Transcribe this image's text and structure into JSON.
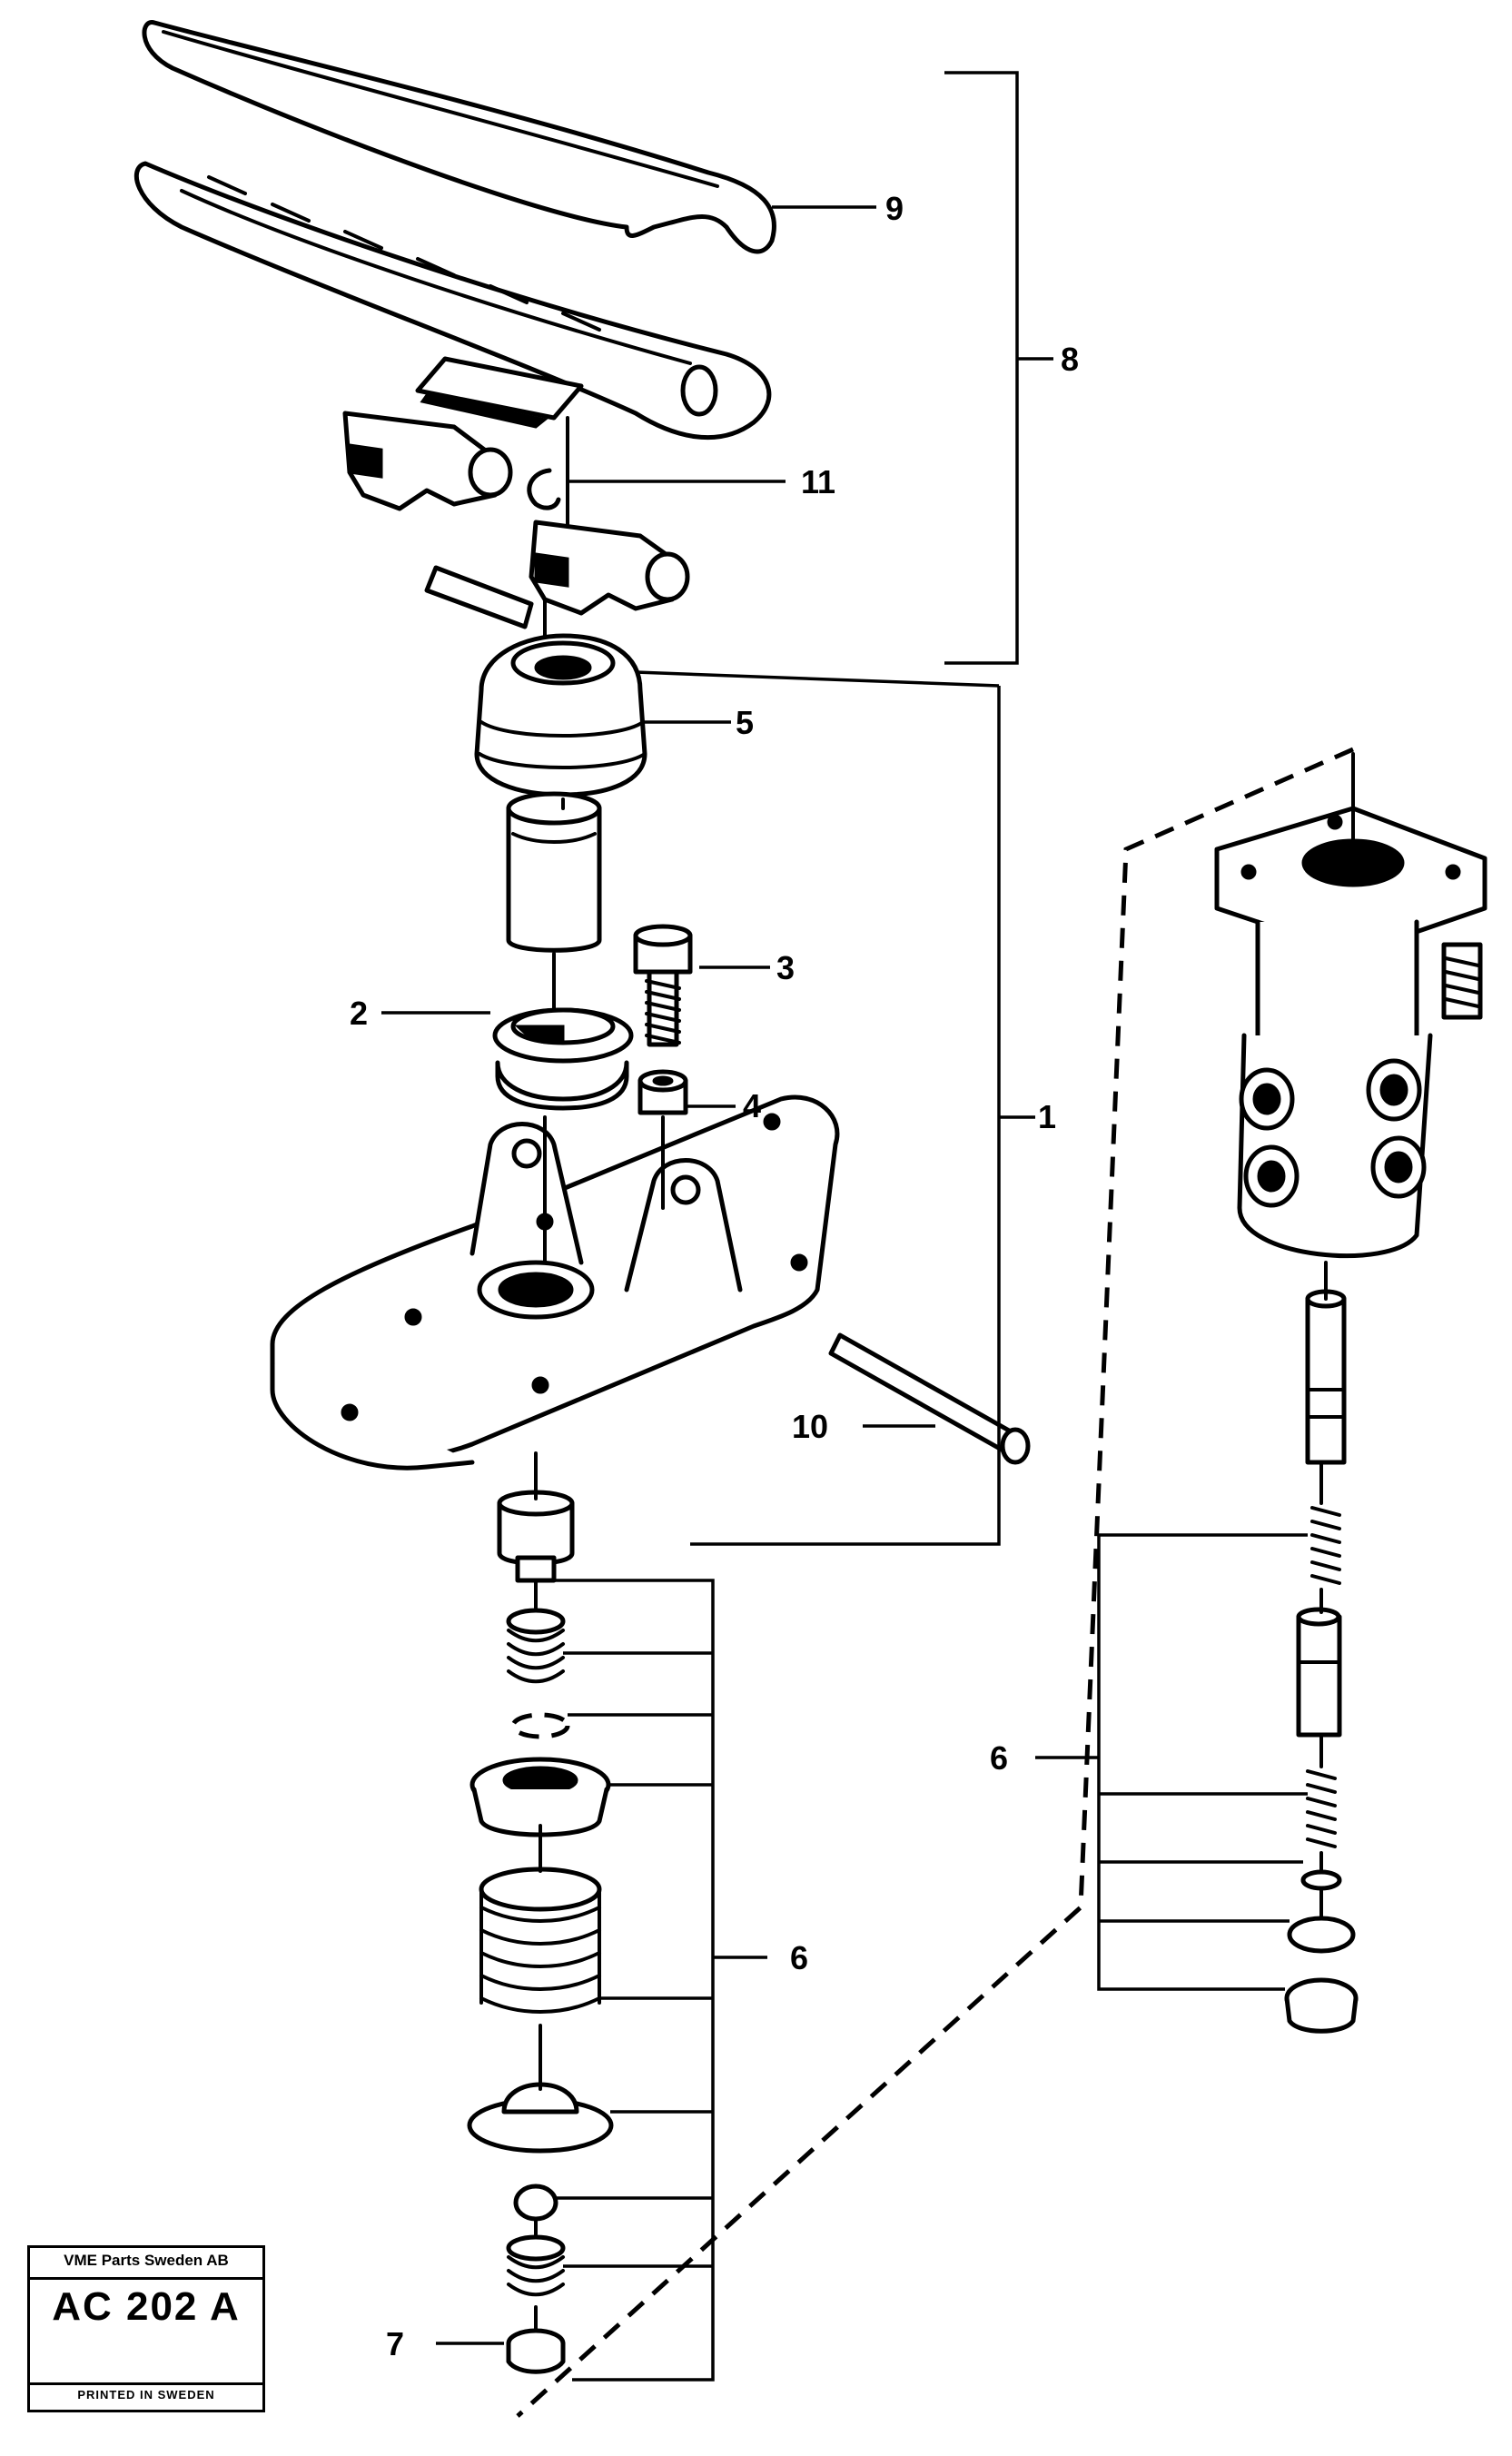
{
  "diagram": {
    "callouts": {
      "c1": "1",
      "c2": "2",
      "c3": "3",
      "c4": "4",
      "c5": "5",
      "c6_left": "6",
      "c6_right": "6",
      "c7": "7",
      "c8": "8",
      "c9": "9",
      "c10": "10",
      "c11": "11"
    }
  },
  "stamp": {
    "company": "VME Parts Sweden AB",
    "code": "AC 202 A",
    "printed": "PRINTED IN SWEDEN"
  },
  "colors": {
    "ink": "#000000",
    "paper": "#ffffff"
  }
}
